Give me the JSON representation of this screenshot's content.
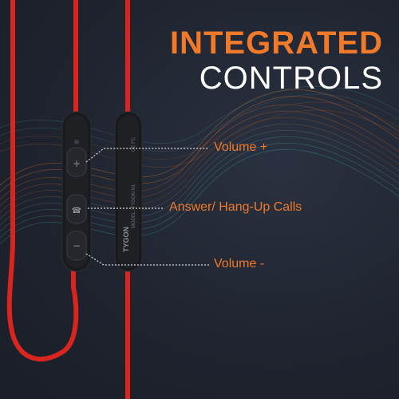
{
  "headline": {
    "line1": "INTEGRATED",
    "line2": "CONTROLS"
  },
  "callouts": {
    "volume_up": "Volume +",
    "answer": "Answer/ Hang-Up Calls",
    "volume_down": "Volume -"
  },
  "remote_print": {
    "brand": "TYGON",
    "model": "MODEL: TYGON N1",
    "marks": "CE FC"
  },
  "colors": {
    "accent": "#f07a2a",
    "cable": "#d8251f",
    "background": "#1f2430"
  }
}
